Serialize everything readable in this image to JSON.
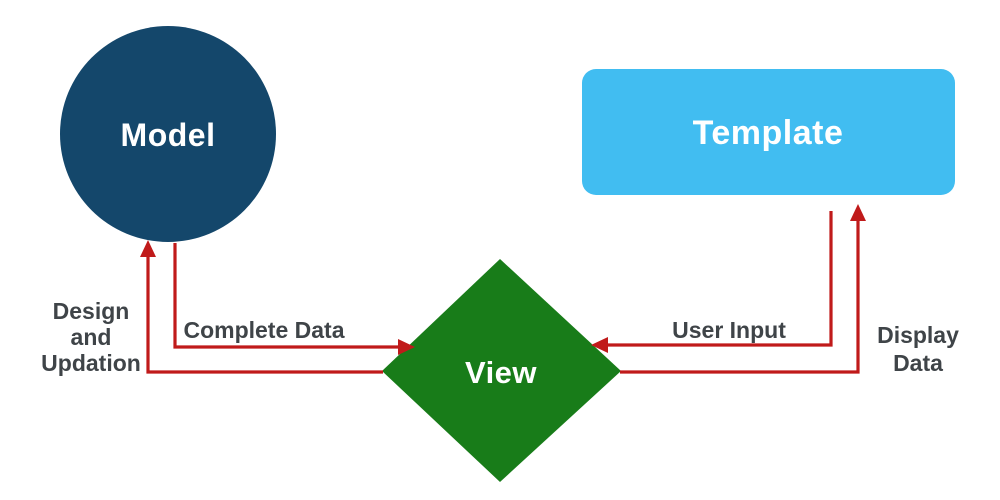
{
  "canvas": {
    "background": "#FFFFFF"
  },
  "colors": {
    "model_fill": "#14476B",
    "template_fill": "#41BDF1",
    "view_fill": "#187C19",
    "arrow": "#C01A1A",
    "node_text": "#FFFFFF",
    "edge_label_text": "#3F4448"
  },
  "nodes": {
    "model": {
      "label": "Model",
      "shape": "circle"
    },
    "template": {
      "label": "Template",
      "shape": "rounded-rectangle"
    },
    "view": {
      "label": "View",
      "shape": "diamond"
    }
  },
  "edges": {
    "design_updation": {
      "from": "View",
      "to": "Model",
      "label_line1": "Design",
      "label_line2": "and",
      "label_line3": "Updation"
    },
    "complete_data": {
      "from": "Model",
      "to": "View",
      "label": "Complete Data"
    },
    "user_input": {
      "from": "Template",
      "to": "View",
      "label": "User Input"
    },
    "display_data": {
      "from": "View",
      "to": "Template",
      "label_line1": "Display",
      "label_line2": "Data"
    }
  }
}
